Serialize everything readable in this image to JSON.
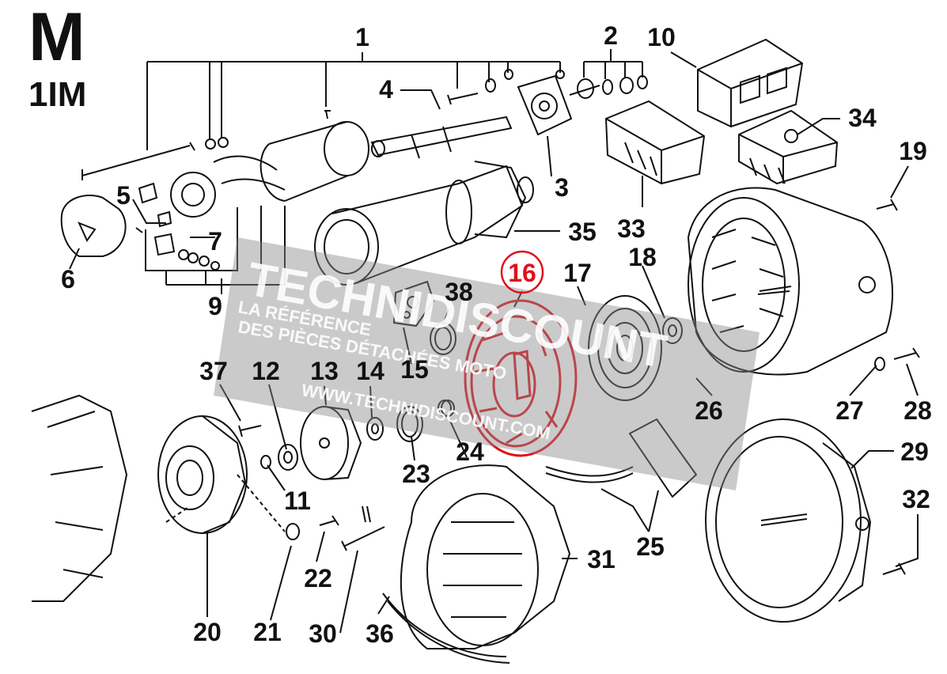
{
  "header": {
    "letter": "M",
    "subtitle": "1IM"
  },
  "watermark": {
    "brand": "TECHNIDISCOUNT",
    "tagline_line1": "LA RÉFÉRENCE",
    "tagline_line2": "DES PIÈCES DÉTACHÉES MOTO",
    "url": "WWW.TECHNIDISCOUNT.COM"
  },
  "highlight_color": "#e0101a",
  "callouts": [
    {
      "id": "1",
      "text": "1"
    },
    {
      "id": "2",
      "text": "2"
    },
    {
      "id": "3",
      "text": "3"
    },
    {
      "id": "4",
      "text": "4"
    },
    {
      "id": "5",
      "text": "5"
    },
    {
      "id": "6",
      "text": "6"
    },
    {
      "id": "7",
      "text": "7"
    },
    {
      "id": "9",
      "text": "9"
    },
    {
      "id": "10",
      "text": "10"
    },
    {
      "id": "11",
      "text": "11"
    },
    {
      "id": "12",
      "text": "12"
    },
    {
      "id": "13",
      "text": "13"
    },
    {
      "id": "14",
      "text": "14"
    },
    {
      "id": "15",
      "text": "15"
    },
    {
      "id": "16",
      "text": "16",
      "highlighted": true
    },
    {
      "id": "17",
      "text": "17"
    },
    {
      "id": "18",
      "text": "18"
    },
    {
      "id": "19",
      "text": "19"
    },
    {
      "id": "20",
      "text": "20"
    },
    {
      "id": "21",
      "text": "21"
    },
    {
      "id": "22",
      "text": "22"
    },
    {
      "id": "23",
      "text": "23"
    },
    {
      "id": "24",
      "text": "24"
    },
    {
      "id": "25",
      "text": "25"
    },
    {
      "id": "26",
      "text": "26"
    },
    {
      "id": "27",
      "text": "27"
    },
    {
      "id": "28",
      "text": "28"
    },
    {
      "id": "29",
      "text": "29"
    },
    {
      "id": "30",
      "text": "30"
    },
    {
      "id": "31",
      "text": "31"
    },
    {
      "id": "32",
      "text": "32"
    },
    {
      "id": "33",
      "text": "33"
    },
    {
      "id": "34",
      "text": "34"
    },
    {
      "id": "35",
      "text": "35"
    },
    {
      "id": "36",
      "text": "36"
    },
    {
      "id": "37",
      "text": "37"
    },
    {
      "id": "38",
      "text": "38"
    }
  ]
}
